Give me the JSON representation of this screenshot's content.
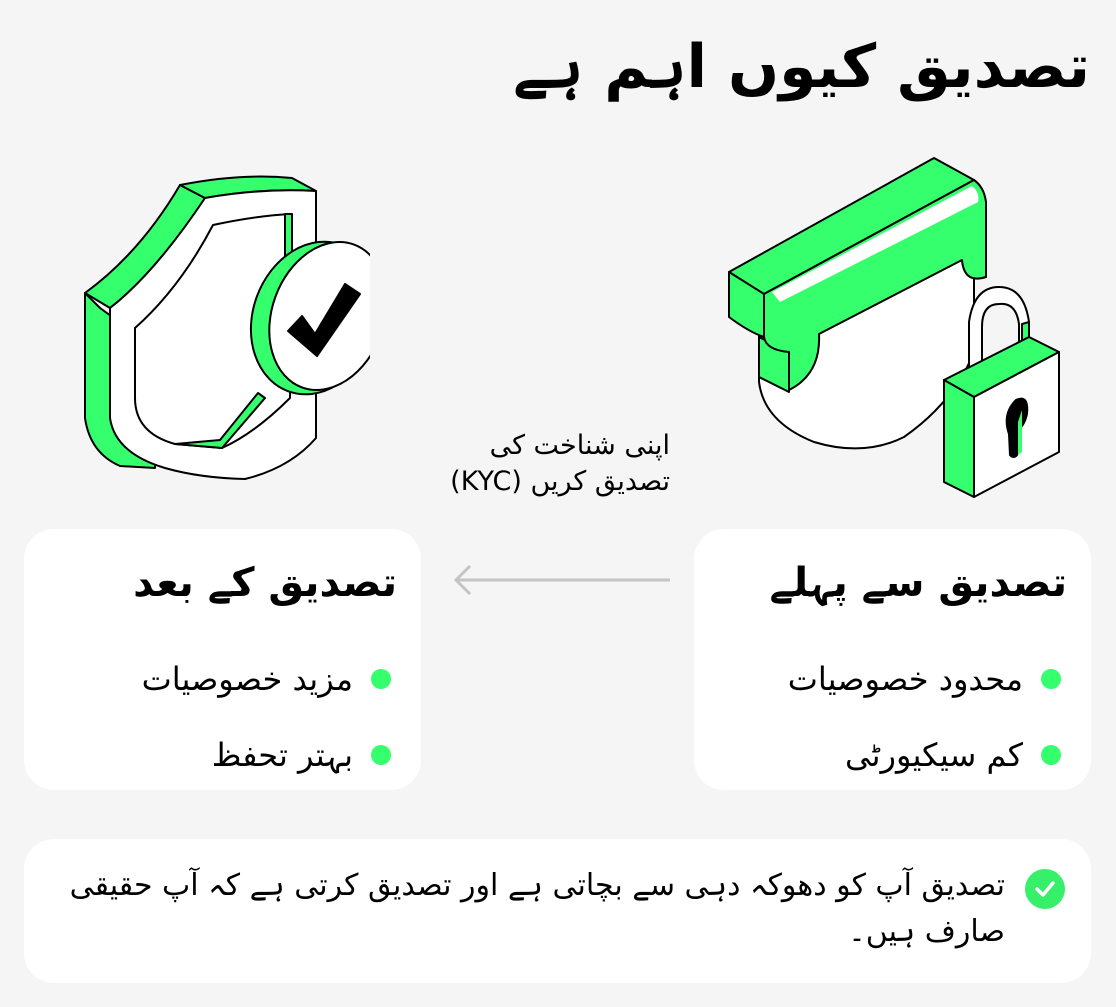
{
  "header": {
    "title": "تصدیق کیوں اہم ہے"
  },
  "illustrations": {
    "left": "shield-check-icon",
    "right": "chat-bubble-lock-icon"
  },
  "flow": {
    "label": "اپنی شناخت کی تصدیق کریں (KYC)",
    "arrow": "arrow-left-icon"
  },
  "cards": {
    "after": {
      "title": "تصدیق کے بعد",
      "items": [
        {
          "label": "مزید خصوصیات"
        },
        {
          "label": "بہتر تحفظ"
        }
      ]
    },
    "before": {
      "title": "تصدیق سے پہلے",
      "items": [
        {
          "label": "محدود خصوصیات"
        },
        {
          "label": "کم سیکیورٹی"
        }
      ]
    }
  },
  "note": {
    "icon": "check-circle-icon",
    "text": "تصدیق آپ کو دھوکہ دہی سے بچاتی ہے اور تصدیق کرتی ہے کہ آپ حقیقی صارف ہیں۔"
  },
  "colors": {
    "background": "#f5f5f5",
    "card": "#ffffff",
    "accent_green": "#36ff6e",
    "arrow_gray": "#c4c4c4",
    "text": "#000000"
  }
}
